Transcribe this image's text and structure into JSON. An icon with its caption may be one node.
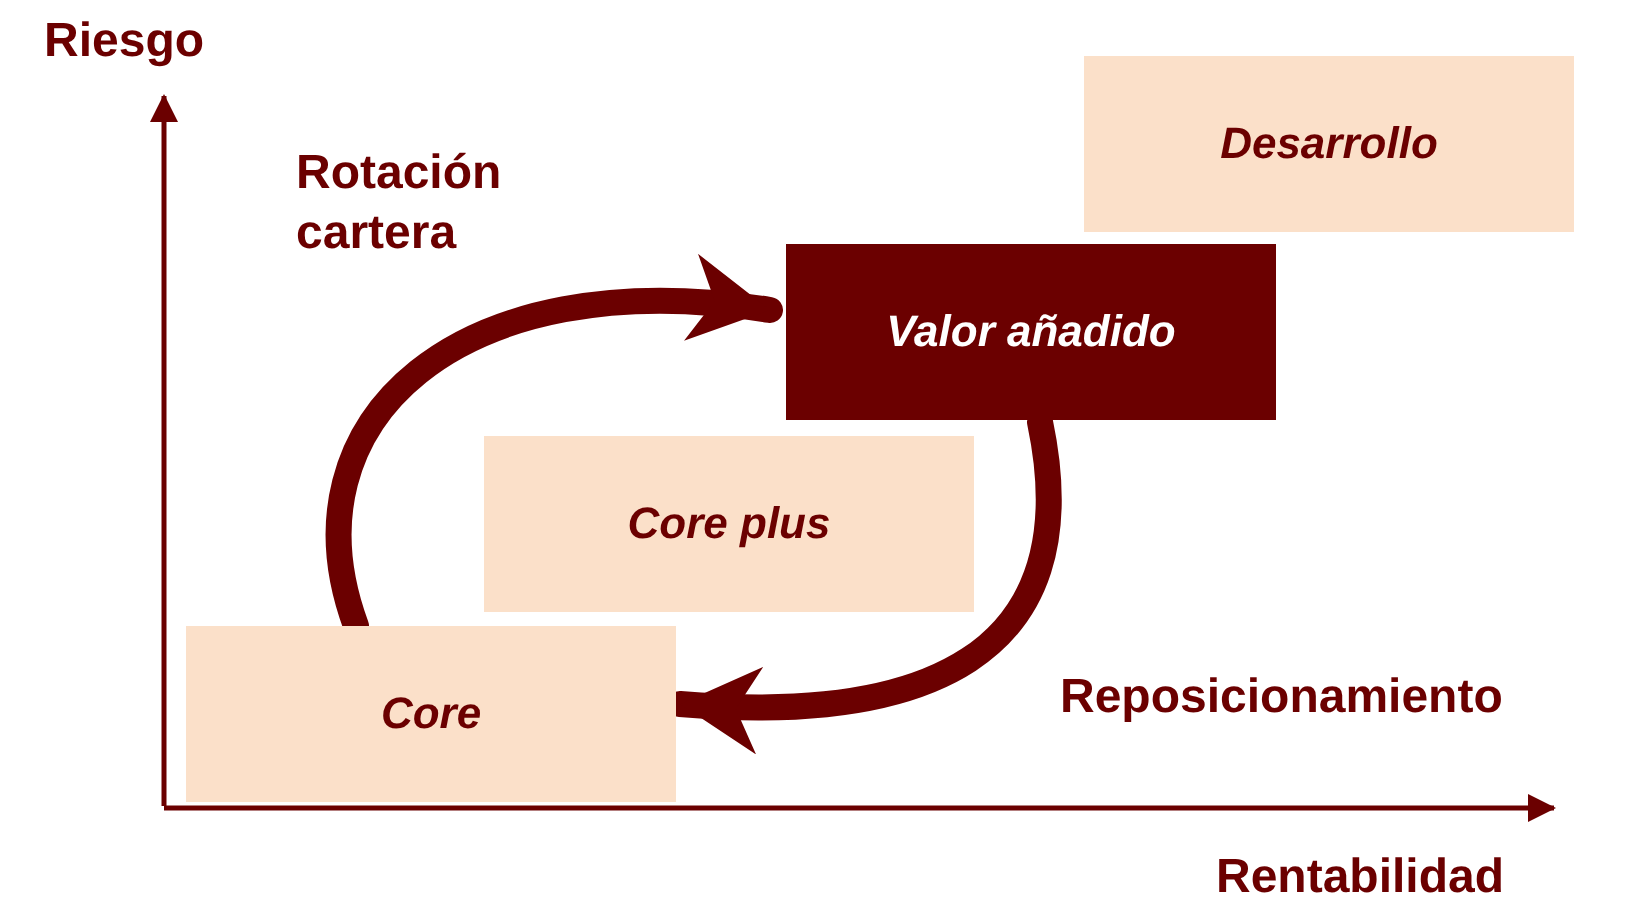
{
  "diagram": {
    "nodes": [
      {
        "text": [
          "Desarrollo"
        ]
      },
      {
        "text": [
          "Valor añadido"
        ]
      },
      {
        "text": [
          "Core plus"
        ]
      },
      {
        "text": [
          "Core"
        ]
      }
    ],
    "edges": [
      {
        "from": 3,
        "to": 1,
        "arrow": "to",
        "label": "Rotación cartera"
      },
      {
        "from": 1,
        "to": 3,
        "arrow": "to",
        "label": "Reposicionamiento"
      }
    ],
    "labels": [
      "Riesgo",
      "Rentabilidad"
    ]
  }
}
